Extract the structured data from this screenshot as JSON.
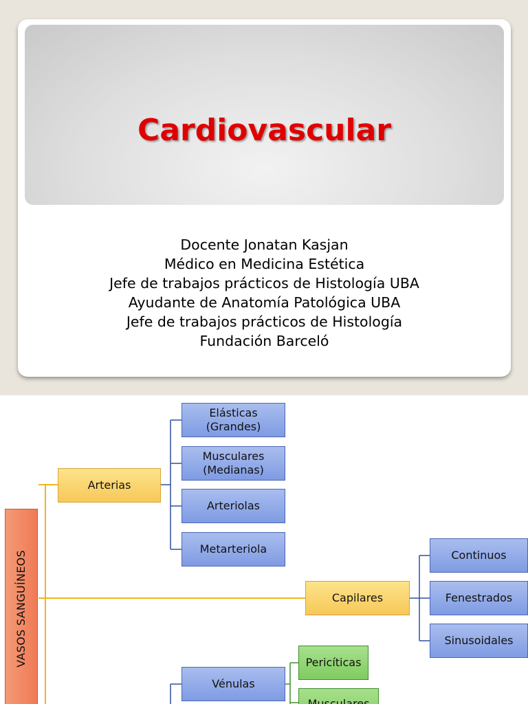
{
  "slide1": {
    "title": "Cardiovascular",
    "subtitle_lines": [
      "Docente Jonatan Kasjan",
      "Médico en Medicina Estética",
      "Jefe de trabajos prácticos de Histología UBA",
      "Ayudante de Anatomía Patológica UBA",
      "Jefe de trabajos prácticos de Histología",
      "Fundación Barceló"
    ]
  },
  "slide2": {
    "root": "VASOS SANGUÍNEOS",
    "arterias": {
      "label": "Arterias",
      "children": [
        "Elásticas\n(Grandes)",
        "Musculares\n(Medianas)",
        "Arteriolas",
        "Metarteriola"
      ]
    },
    "capilares": {
      "label": "Capilares",
      "children": [
        "Continuos",
        "Fenestrados",
        "Sinusoidales"
      ]
    },
    "venulas": {
      "label": "Vénulas",
      "children": [
        "Pericíticas",
        "Musculares"
      ]
    }
  }
}
